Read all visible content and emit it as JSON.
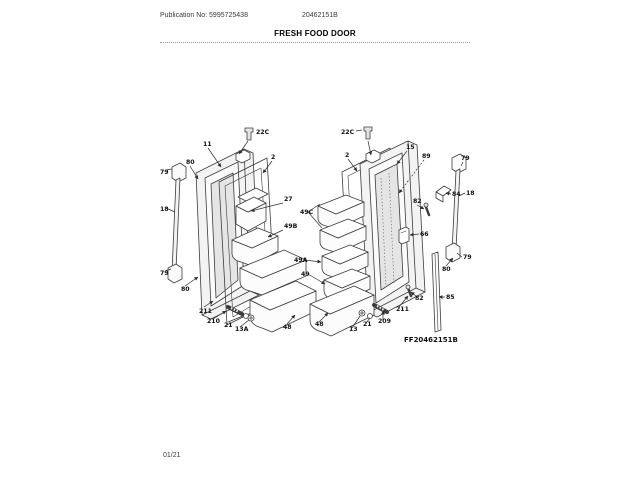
{
  "page": {
    "publication_no": "Publication No: 5995725438",
    "document_no": "20462151B",
    "title": "FRESH FOOD DOOR",
    "diagram_id": "FF20462151B",
    "revision_date": "01/21"
  },
  "diagram": {
    "callouts": [
      "22C",
      "11",
      "80",
      "79",
      "2",
      "18",
      "27",
      "49B",
      "79",
      "80",
      "211",
      "210",
      "21",
      "13A",
      "48",
      "22C",
      "2",
      "15",
      "89",
      "79",
      "84",
      "82",
      "18",
      "49C",
      "49A",
      "49",
      "66",
      "79",
      "80",
      "85",
      "82",
      "211",
      "209",
      "21",
      "13",
      "48"
    ]
  }
}
